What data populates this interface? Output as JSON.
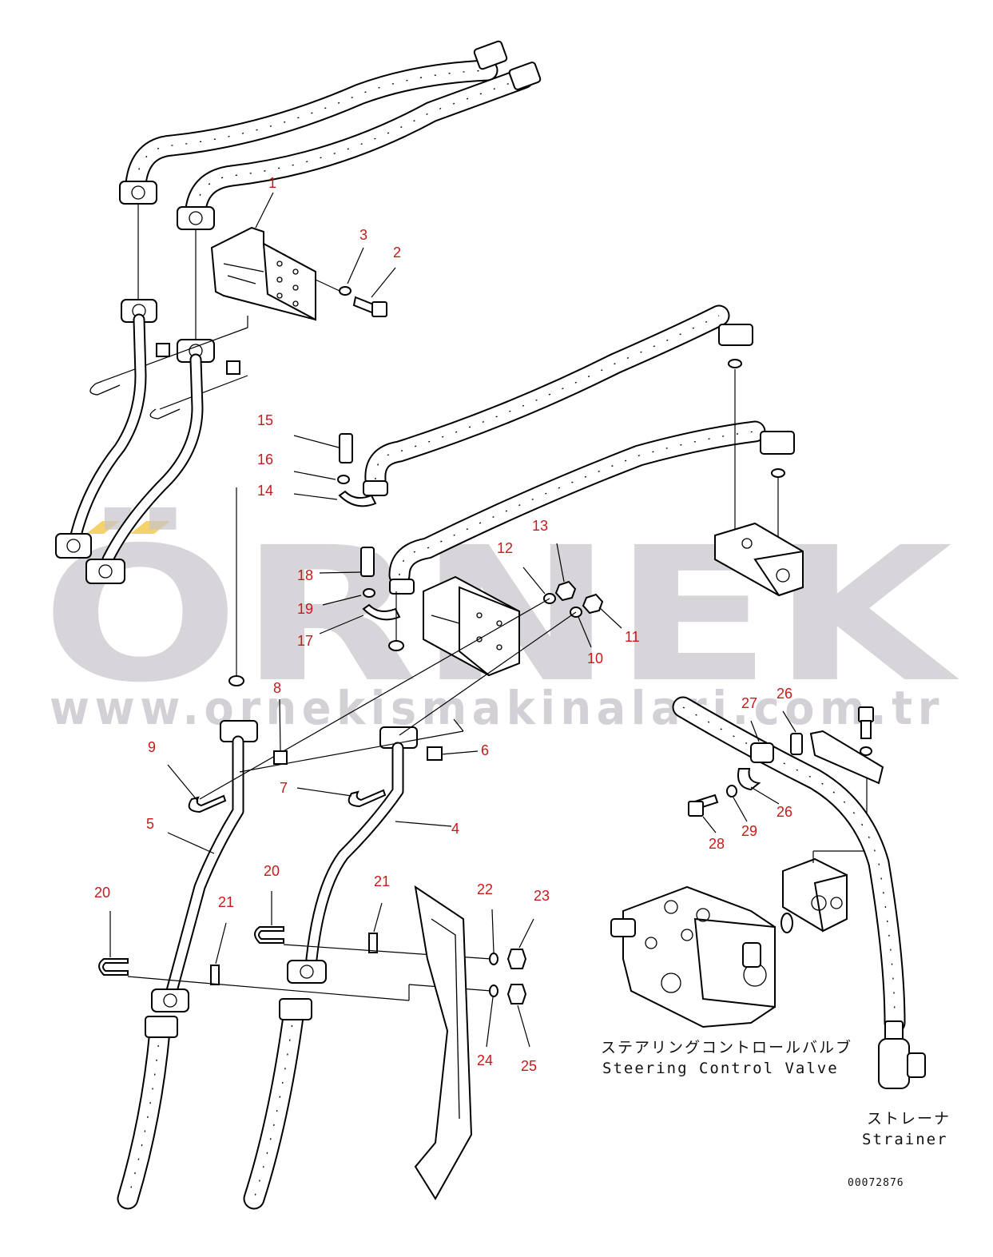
{
  "watermark": {
    "brand": "ÖRNEK",
    "url": "www.ornekismakinalari.com.tr",
    "accent_color": "#f5d36a"
  },
  "callouts": [
    "1",
    "2",
    "3",
    "4",
    "5",
    "6",
    "7",
    "8",
    "9",
    "10",
    "11",
    "12",
    "13",
    "14",
    "15",
    "16",
    "17",
    "18",
    "19",
    "20",
    "20",
    "21",
    "21",
    "22",
    "23",
    "24",
    "25",
    "26",
    "26",
    "27",
    "28",
    "29"
  ],
  "labels": {
    "steering_valve_jp": "ステアリングコントロールバルブ",
    "steering_valve_en": "Steering Control Valve",
    "strainer_jp": "ストレーナ",
    "strainer_en": "Strainer"
  },
  "document_id": "00072876",
  "colors": {
    "callout": "#c81a1a",
    "line": "#000000",
    "watermark": "#c9c5cc"
  }
}
